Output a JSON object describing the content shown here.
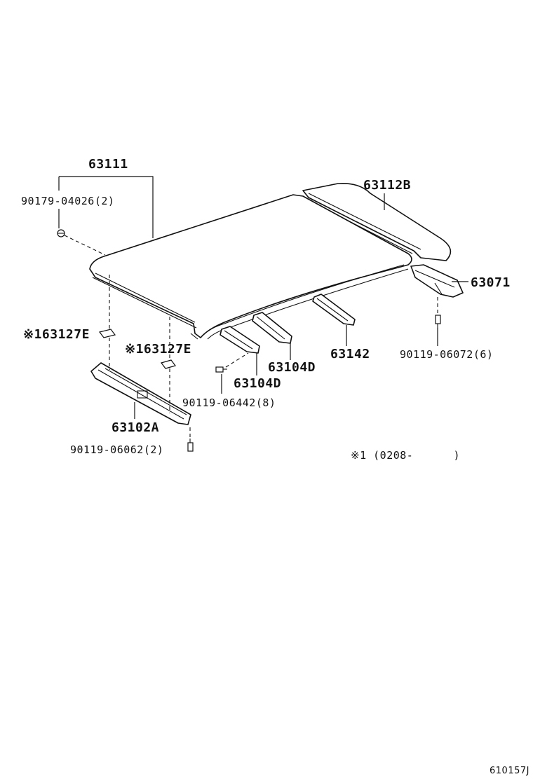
{
  "labels": {
    "roof_panel": "63111",
    "roof_panel_fastener": "90179-04026(2)",
    "rear_panel": "63112B",
    "rear_bracket": "63071",
    "rear_bracket_bolt": "90119-06072(6)",
    "bow_rear": "63142",
    "bow_mid_a": "63104D",
    "bow_mid_b": "63104D",
    "bow_bolt": "90119-06442(8)",
    "front_header": "63102A",
    "front_header_bolt": "90119-06062(2)",
    "clip_left": "※163127E",
    "clip_right": "※163127E",
    "note": "※1 (0208-      )",
    "ref_code": "610157J"
  }
}
